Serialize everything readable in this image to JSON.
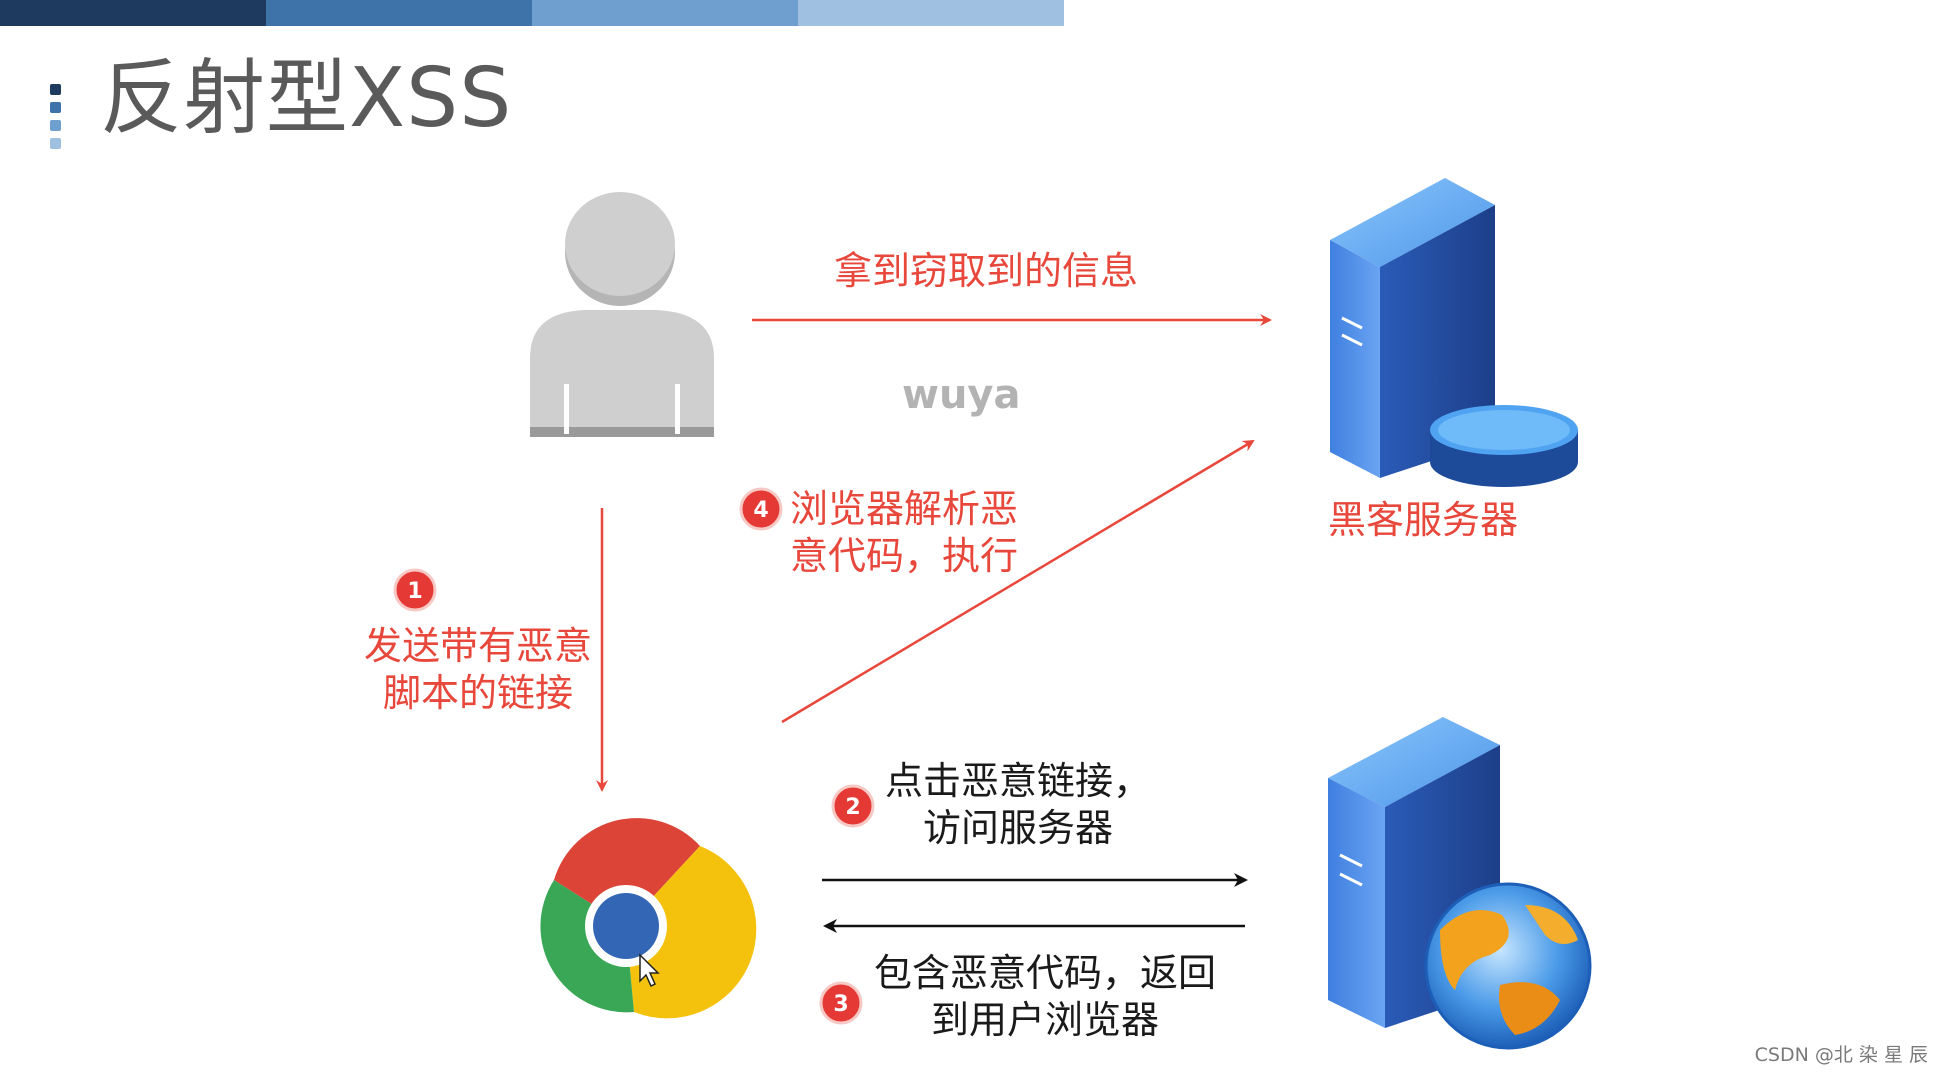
{
  "title": "反射型XSS",
  "watermark": "wuya",
  "footer_credit": "CSDN @北 染 星 辰",
  "nodes": {
    "hacker_server_label": "黑客服务器"
  },
  "steps": [
    {
      "number": "1",
      "line1": "发送带有恶意",
      "line2": "脚本的链接"
    },
    {
      "number": "2",
      "line1": "点击恶意链接，",
      "line2": "访问服务器"
    },
    {
      "number": "3",
      "line1": "包含恶意代码，返回",
      "line2": "到用户浏览器"
    },
    {
      "number": "4",
      "line1": "浏览器解析恶",
      "line2": "意代码，执行"
    }
  ],
  "stolen_info_label": "拿到窃取到的信息",
  "colors": {
    "accent_red": "#e8473b",
    "topbar": [
      "#1f3a5f",
      "#3d73a8",
      "#6f9fcf",
      "#9fc0e0"
    ],
    "bullets": [
      "#1f3a5f",
      "#3d73a8",
      "#6f9fcf",
      "#9fc0e0"
    ]
  },
  "icons": [
    "user-icon",
    "chrome-browser-icon",
    "hacker-server-icon",
    "web-server-icon"
  ]
}
